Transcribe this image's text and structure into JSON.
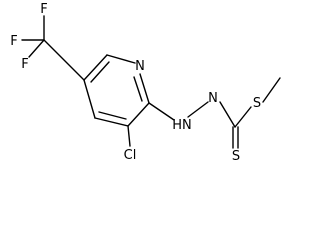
{
  "diagram": {
    "type": "chemical-structure",
    "atoms": {
      "n_pyridine": "N",
      "cl": "Cl",
      "nh_hydrazine": "HN",
      "n_hydrazine": "N",
      "s_methyl": "S",
      "s_thione": "S",
      "f_top": "F",
      "f_left": "F",
      "f_lower": "F"
    },
    "colors": {
      "bond": "#000000",
      "text": "#000000",
      "background": "#ffffff"
    }
  }
}
